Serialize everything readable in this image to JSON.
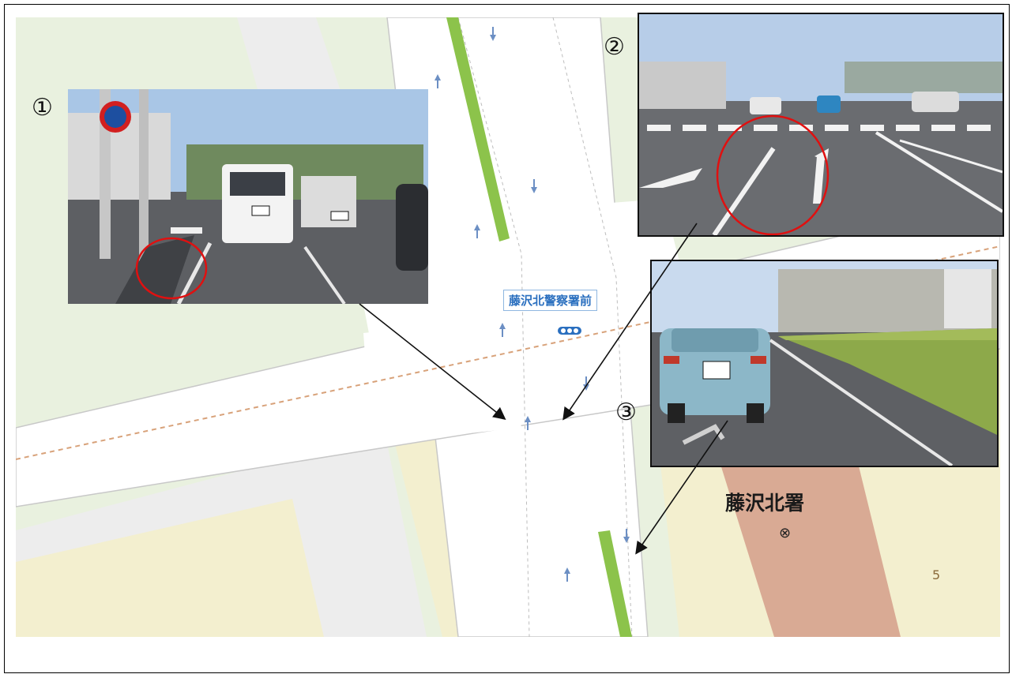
{
  "map": {
    "colors": {
      "land_green": "#e9f1df",
      "land_grey": "#ededed",
      "land_yellow": "#f3efcf",
      "road": "#ffffff",
      "road_edge": "#c8c8c8",
      "median_green": "#8cc34b",
      "police_building": "#d9aa94",
      "rail_dashed": "#d8a27a",
      "lane_arrow": "#6c8fc4"
    },
    "station_label": "藤沢北警察署前",
    "police_label": "藤沢北署",
    "police_symbol": "⊗",
    "block_number": "5"
  },
  "photos": [
    {
      "number": "①",
      "marker_color": "#e01010"
    },
    {
      "number": "②",
      "marker_color": "#e01010"
    },
    {
      "number": "③",
      "marker_color": "#e01010"
    }
  ]
}
